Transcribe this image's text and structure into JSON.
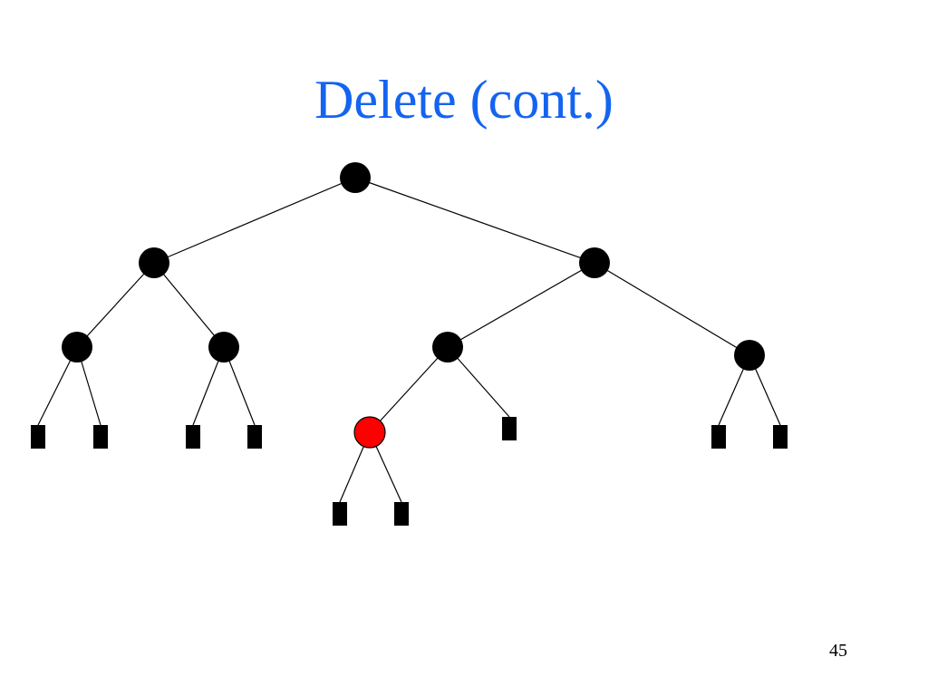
{
  "slide": {
    "title": "Delete (cont.)",
    "page_number": "45"
  },
  "tree": {
    "colors": {
      "black_node": "#000000",
      "red_node": "#ff0000",
      "edge": "#000000"
    },
    "node_colors": {
      "root": "black",
      "l": "black",
      "r": "black",
      "ll": "black",
      "lr": "black",
      "rl": "black",
      "rr": "black",
      "rll": "red"
    }
  }
}
